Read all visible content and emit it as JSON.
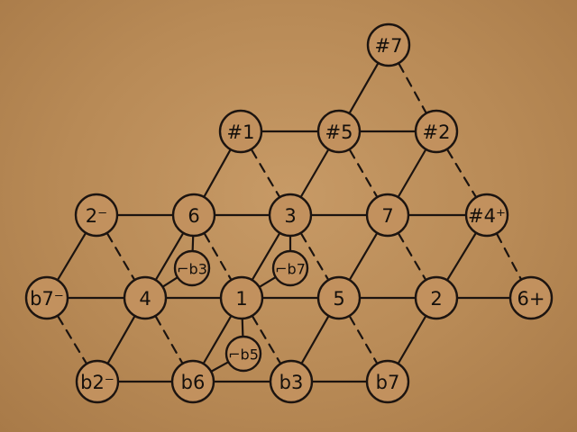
{
  "nodes": [
    {
      "id": "sharp7",
      "label": "#7"
    },
    {
      "id": "sharp1",
      "label": "#1"
    },
    {
      "id": "sharp5",
      "label": "#5"
    },
    {
      "id": "sharp2",
      "label": "#2"
    },
    {
      "id": "two_minus",
      "label": "2⁻"
    },
    {
      "id": "six",
      "label": "6"
    },
    {
      "id": "three",
      "label": "3"
    },
    {
      "id": "seven",
      "label": "7"
    },
    {
      "id": "sharp4plus",
      "label": "#4⁺"
    },
    {
      "id": "b7minus",
      "label": "b7⁻"
    },
    {
      "id": "four",
      "label": "4"
    },
    {
      "id": "one",
      "label": "1"
    },
    {
      "id": "five",
      "label": "5"
    },
    {
      "id": "two",
      "label": "2"
    },
    {
      "id": "six_plus",
      "label": "6+"
    },
    {
      "id": "b2minus",
      "label": "b2⁻"
    },
    {
      "id": "b6",
      "label": "b6"
    },
    {
      "id": "b3",
      "label": "b3"
    },
    {
      "id": "b7",
      "label": "b7"
    },
    {
      "id": "neutral_b3",
      "label": "⌐b3"
    },
    {
      "id": "neutral_b7",
      "label": "⌐b7"
    },
    {
      "id": "neutral_b5",
      "label": "⌐b5"
    }
  ],
  "edges_solid": [
    [
      "sharp1",
      "sharp5"
    ],
    [
      "sharp5",
      "sharp2"
    ],
    [
      "sharp7",
      "sharp5"
    ],
    [
      "sharp1",
      "six"
    ],
    [
      "sharp5",
      "three"
    ],
    [
      "sharp2",
      "seven"
    ],
    [
      "two_minus",
      "six"
    ],
    [
      "six",
      "three"
    ],
    [
      "three",
      "seven"
    ],
    [
      "seven",
      "sharp4plus"
    ],
    [
      "two_minus",
      "b7minus"
    ],
    [
      "six",
      "four"
    ],
    [
      "three",
      "one"
    ],
    [
      "seven",
      "five"
    ],
    [
      "sharp4plus",
      "two"
    ],
    [
      "b7minus",
      "four"
    ],
    [
      "four",
      "one"
    ],
    [
      "one",
      "five"
    ],
    [
      "five",
      "two"
    ],
    [
      "two",
      "six_plus"
    ],
    [
      "four",
      "b2minus"
    ],
    [
      "one",
      "b6"
    ],
    [
      "five",
      "b3"
    ],
    [
      "two",
      "b7"
    ],
    [
      "b2minus",
      "b6"
    ],
    [
      "b6",
      "b3"
    ],
    [
      "b3",
      "b7"
    ],
    [
      "four",
      "neutral_b3"
    ],
    [
      "neutral_b3",
      "six"
    ],
    [
      "one",
      "neutral_b7"
    ],
    [
      "neutral_b7",
      "three"
    ],
    [
      "b6",
      "neutral_b5"
    ],
    [
      "neutral_b5",
      "one"
    ]
  ],
  "edges_dashed": [
    [
      "sharp7",
      "sharp2"
    ],
    [
      "sharp1",
      "three"
    ],
    [
      "sharp5",
      "seven"
    ],
    [
      "sharp2",
      "sharp4plus"
    ],
    [
      "two_minus",
      "four"
    ],
    [
      "six",
      "one"
    ],
    [
      "three",
      "five"
    ],
    [
      "seven",
      "two"
    ],
    [
      "sharp4plus",
      "six_plus"
    ],
    [
      "b7minus",
      "b2minus"
    ],
    [
      "four",
      "b6"
    ],
    [
      "one",
      "b3"
    ],
    [
      "five",
      "b7"
    ]
  ]
}
